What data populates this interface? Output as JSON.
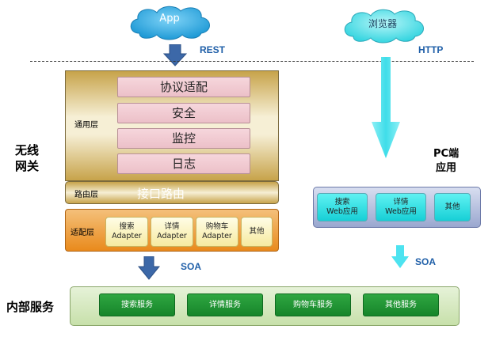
{
  "clouds": {
    "app": "App",
    "browser": "浏览器"
  },
  "protocols": {
    "rest": "REST",
    "http": "HTTP",
    "soa_left": "SOA",
    "soa_right": "SOA"
  },
  "side_labels": {
    "wireless_gateway": "无线\n网关",
    "pc_app": "PC端\n应用",
    "internal_services": "内部服务"
  },
  "gateway": {
    "common_layer_label": "通用层",
    "modules": [
      "协议适配",
      "安全",
      "监控",
      "日志"
    ],
    "route_layer_label": "路由层",
    "route_module": "接口路由",
    "adapter_layer_label": "适配层",
    "adapters": [
      "搜索\nAdapter",
      "详情\nAdapter",
      "购物车\nAdapter",
      "其他"
    ]
  },
  "pc": {
    "modules": [
      "搜索\nWeb应用",
      "详情\nWeb应用",
      "其他"
    ]
  },
  "services": [
    "搜索服务",
    "详情服务",
    "购物车服务",
    "其他服务"
  ],
  "colors": {
    "cloud": "#2fb0e6",
    "arrow_blue": "#3c68a8",
    "arrow_cyan": "#4de3f0",
    "gold": "#c7a34a",
    "orange": "#e98a1c",
    "pink": "#ecc0c8",
    "pc_panel": "#9aa7cf",
    "cyan": "#17cfd6",
    "green": "#16852a",
    "label_blue": "#1f5fa8"
  }
}
